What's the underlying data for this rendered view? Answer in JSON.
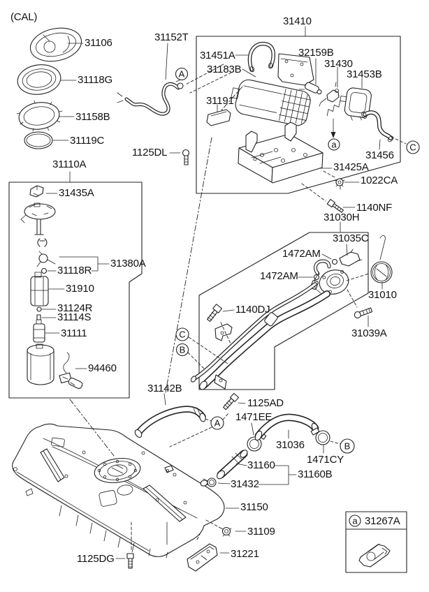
{
  "figure": {
    "type": "exploded-parts-diagram",
    "subject": "fuel tank and fuel filler system",
    "note_top_left": "(CAL)"
  },
  "colors": {
    "background": "#ffffff",
    "line": "#222222",
    "text": "#111111"
  },
  "labels": {
    "cal": "(CAL)",
    "p31106": "31106",
    "p31118G": "31118G",
    "p31158B": "31158B",
    "p31119C": "31119C",
    "p31110A": "31110A",
    "p31435A": "31435A",
    "p31380A": "31380A",
    "p31118R": "31118R",
    "p31910": "31910",
    "p31124R": "31124R",
    "p31114S": "31114S",
    "p31111": "31111",
    "p94460": "94460",
    "p31152T": "31152T",
    "p1125DL": "1125DL",
    "p31410": "31410",
    "p31451A": "31451A",
    "p31183B": "31183B",
    "p32159B": "32159B",
    "p31430": "31430",
    "p31453B": "31453B",
    "p31191": "31191",
    "p31425A": "31425A",
    "p31456": "31456",
    "p1022CA": "1022CA",
    "p1140NF": "1140NF",
    "p31030H": "31030H",
    "p31035C": "31035C",
    "p1472AM_upper": "1472AM",
    "p1472AM_lower": "1472AM",
    "p31010": "31010",
    "p1140DJ": "1140DJ",
    "p31039A": "31039A",
    "p31142B": "31142B",
    "p1125AD": "1125AD",
    "p1471EE": "1471EE",
    "p31036": "31036",
    "p1471CY": "1471CY",
    "p31160": "31160",
    "p31160B": "31160B",
    "p31432": "31432",
    "p31150": "31150",
    "p31109": "31109",
    "p31221": "31221",
    "p1125DG": "1125DG"
  },
  "callouts": {
    "A": "A",
    "B": "B",
    "C": "C",
    "a": "a"
  },
  "legend": {
    "callout_letter": "a",
    "part_number": "31267A"
  }
}
